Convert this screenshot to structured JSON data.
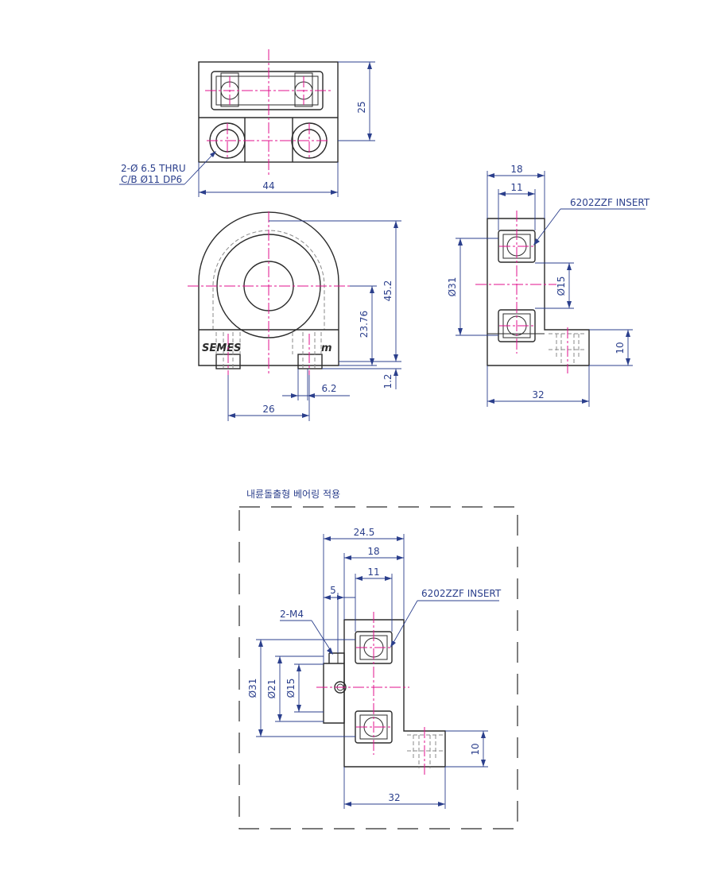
{
  "top_view": {
    "width_label": "44",
    "height_label": "25",
    "hole_note_line1": "2-Ø 6.5 THRU",
    "hole_note_line2": "C/B Ø11 DP6"
  },
  "front_view": {
    "height_label": "45.2",
    "center_height_label": "23.76",
    "base_offset_label": "1.2",
    "slot_width_label": "6.2",
    "hole_spacing_label": "26",
    "logo_text": "SEMES",
    "logo_suffix": "m"
  },
  "side_view": {
    "width_label": "18",
    "inner_width_label": "11",
    "bearing_callout": "6202ZZF INSERT",
    "outer_dia_label": "Ø31",
    "inner_dia_label": "Ø15",
    "base_height_label": "10",
    "base_length_label": "32"
  },
  "detail": {
    "title": "내륜돌출형 베어링 적용",
    "width_total_label": "24.5",
    "width_label": "18",
    "inner_width_label": "11",
    "protrusion_label": "5",
    "tap_note": "2-M4",
    "bearing_callout": "6202ZZF INSERT",
    "dia31_label": "Ø31",
    "dia21_label": "Ø21",
    "dia15_label": "Ø15",
    "base_height_label": "10",
    "base_length_label": "32"
  },
  "colors": {
    "outline": "#2b2b2b",
    "dimension": "#2b3f8c",
    "centerline": "#e0108c",
    "hidden_line": "#8a8a8a"
  }
}
